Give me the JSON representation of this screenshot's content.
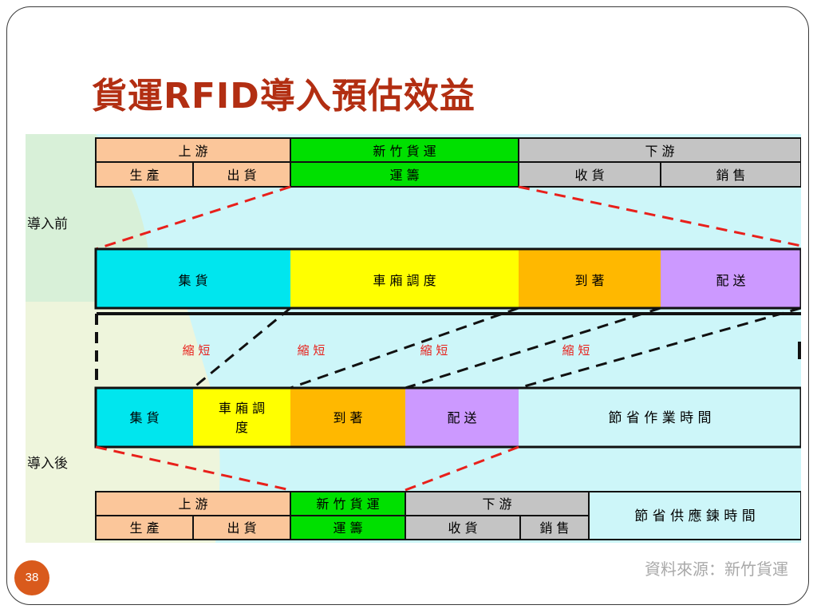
{
  "slide": {
    "title": "貨運RFID導入預估效益",
    "source_note": "資料來源：新竹貨運",
    "page_number": "38"
  },
  "diagram": {
    "side_labels": {
      "before": "導入前",
      "after": "導入後"
    },
    "top_table": {
      "upstream": "上 游",
      "hsinchu": "新 竹 貨 運",
      "downstream": "下 游",
      "production": "生 產",
      "shipping": "出 貨",
      "transport_planning": "運 籌",
      "receiving": "收 貨",
      "sales": "銷 售"
    },
    "before_process": [
      "集 貨",
      "車 廂 調 度",
      "到 著",
      "配 送"
    ],
    "shorten_label": "縮 短",
    "after_process": [
      "集 貨",
      "車 廂 調\n度",
      "到 著",
      "配 送"
    ],
    "saved_work_time": "節 省 作 業 時 間",
    "bottom_table": {
      "upstream": "上 游",
      "hsinchu": "新 竹 貨 運",
      "downstream": "下 游",
      "production": "生 產",
      "shipping": "出 貨",
      "transport_planning": "運 籌",
      "receiving": "收 貨",
      "sales": "銷 售",
      "saved_supply_chain_time": "節 省 供 應 鍊 時 間"
    },
    "colors": {
      "peach": "#fbc69a",
      "green": "#00e000",
      "gray": "#c4c4c4",
      "cyan": "#00e6ee",
      "yellow": "#ffff00",
      "orange": "#ffb800",
      "purple": "#cc99ff",
      "light_cyan": "#cdf6f9",
      "title": "#b22e12",
      "badge": "#d95a1c",
      "dash_red": "#e8201b"
    }
  }
}
